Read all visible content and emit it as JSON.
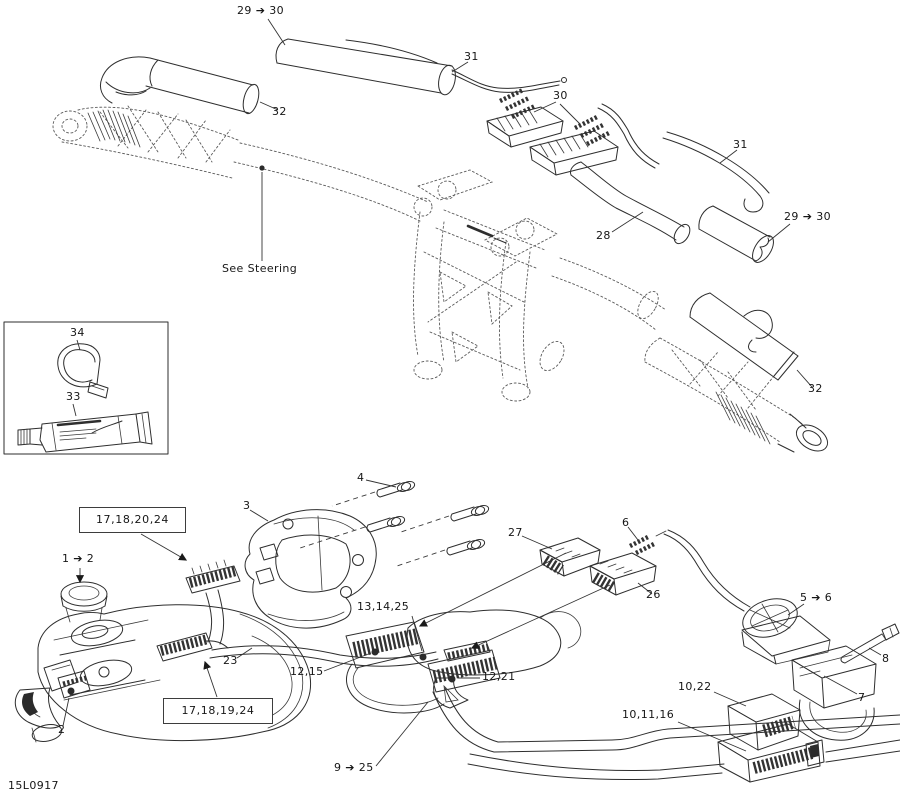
{
  "diagram": {
    "part_code": "15L0917",
    "note": "See Steering"
  },
  "callouts": {
    "sleeve_top": "29 ➔ 30",
    "wire_top": "31",
    "terminal_pins_30": "30",
    "grip_cover_left": "32",
    "wire_right": "31",
    "sleeve_right": "29 ➔ 30",
    "extension_bar": "28",
    "grip_cover_right": "32",
    "inset_clip": "34",
    "inset_tube": "33",
    "harness_box_upper": "17,18,20,24",
    "cap_ref": "1 ➔ 2",
    "switch_bottom": "2",
    "housing": "3",
    "screw": "4",
    "connector_27": "27",
    "terminal_pins_6": "6",
    "connector_26": "26",
    "switch_ref": "5 ➔ 6",
    "bolt": "8",
    "support": "7",
    "wire_23": "23",
    "connector_12_15": "12,15",
    "connector_13_14_25": "13,14,25",
    "connector_12_21": "12,21",
    "harness_box_lower": "17,18,19,24",
    "module_10_22": "10,22",
    "module_10_11_16": "10,11,16",
    "harness_main": "9 ➔ 25"
  }
}
